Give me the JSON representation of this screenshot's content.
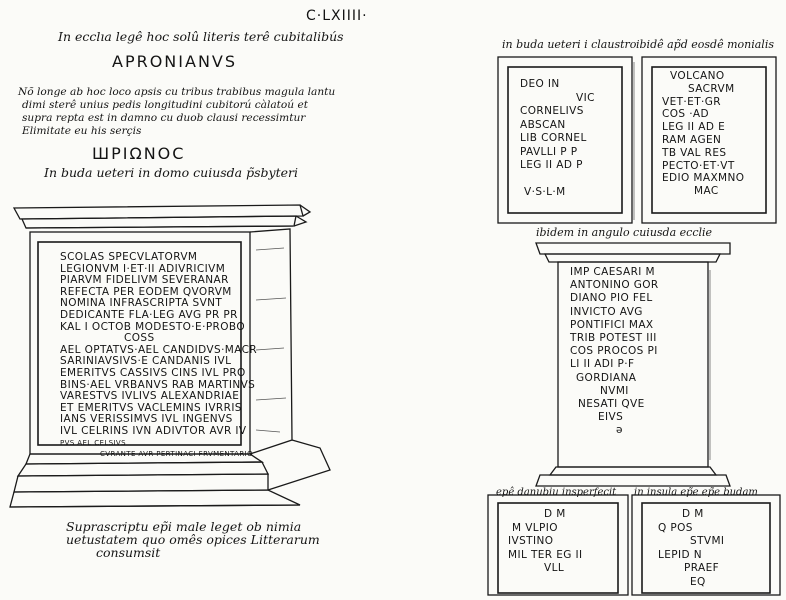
{
  "page_number": "C·LXIIII·",
  "left": {
    "heading_note": "In ecclıa legê hoc solû literis terê cubitalibús",
    "title": "APRONIANVS",
    "description": [
      "Nõ longe ab hoc loco apsis cu tribus trabibus magula lantu",
      "dimi sterê unius pedis longitudini cubitorú càlatoú et",
      "supra repta est in damno cu duob clausi recessimtur",
      "Elimitate eu his serçis"
    ],
    "greek_word": "ШΡIΩNOC",
    "location": "In buda ueteri in domo cuiusda p̃sbyteri",
    "inscription": [
      "SCOLAS SPECVLATORVM",
      "LEGIONVM I·ET·II ADIVRICIVM",
      "PIARVM FIDELIVM SEVERANAR",
      "REFECTA PER EODEM QVORVM",
      "NOMINA INFRASCRIPTA SVNT",
      "DEDICANTE FLA·LEG AVG PR PR",
      "KAL I OCTOB MODESTO·E·PROBO",
      "COSS",
      "AEL OPTATVS·AEL CANDIDVS·MACR",
      "SARINIAVSIVS·E CANDANIS IVL",
      "EMERITVS CASSIVS CINS IVL PRO",
      "BINS·AEL VRBANVS RAB MARTINVS",
      "VARESTVS IVLIVS ALEXANDRIAE",
      "ET EMERITVS VACLEMINS IVRRIS",
      "IANS VERISSIMVS IVL INGENVS",
      "IVL CELRINS IVN ADIVTOR AVR IV",
      "PVS AEL CELSIVS",
      "CVRANTE AVR PERTINACI FRVMENTARIO"
    ],
    "footnote": [
      "Suprascriptu ep̃i male leget ob nimia",
      "uetustatem quo omês opices Litterarum",
      "consumsit"
    ]
  },
  "right": {
    "top_label_left": "in buda ueteri i claustro",
    "top_label_right": "ibidê ap̃d eosdê monialis",
    "stone1": [
      "DEO  IN",
      "VIC",
      "CORNELIVS",
      "ABSCAN",
      "LIB CORNEL",
      "PAVLLI P P",
      "LEG II AD P",
      "",
      "V·S·L·M"
    ],
    "stone2": [
      "VOLCANO",
      "SACRVM",
      "VET·ET·GR",
      "COS ·AD",
      "LEG II AD E",
      "RAM  AGEN",
      "TB VAL RES",
      "PECTO·ET·VT",
      "EDIO MAXMNO",
      "MAC"
    ],
    "mid_label": "ibidem in angulo cuiusda ecclie",
    "pedestal_inscription": [
      "IMP CAESARI  M",
      "ANTONINO  GOR",
      "DIANO PIO FEL",
      "INVICTO  AVG",
      "PONTIFICI MAX",
      "TRIB  POTEST III",
      "COS PROCOS  PI",
      "LI II ADI P·F",
      "GORDIANA",
      "NVMI",
      "NESATI QVE",
      "EIVS",
      "ə"
    ],
    "bottom_label_left": "epê danubiu insperfecit",
    "bottom_label_right": "in insula ep̃e ep̃e budam",
    "stone3": [
      "D   M",
      "M   VLPIO",
      "IVSTINO",
      "MIL TER EG II",
      "VLL"
    ],
    "stone4": [
      "D   M",
      "Q   POS",
      "STVMI",
      "LEPID  N",
      "PRAEF",
      "EQ"
    ]
  }
}
